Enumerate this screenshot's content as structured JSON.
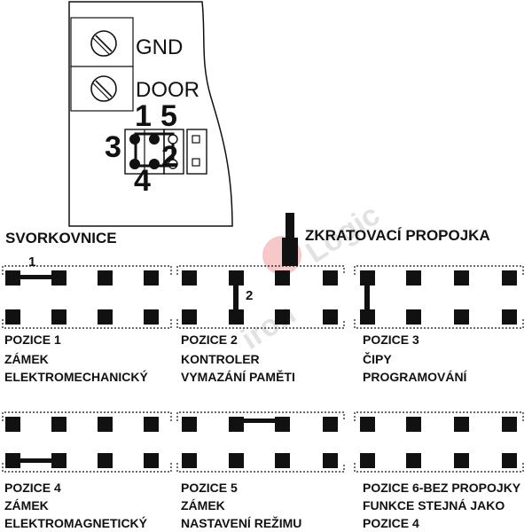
{
  "board": {
    "terminals": [
      "GND",
      "DOOR"
    ],
    "pin_numbers": {
      "p1": "1",
      "p2": "2",
      "p3": "3",
      "p4": "4",
      "p5": "5"
    }
  },
  "headings": {
    "terminal_block": "SVORKOVNICE",
    "jumper": "ZKRATOVACÍ PROPOJKA"
  },
  "watermark": "iron Logic",
  "positions": [
    {
      "title": "POZICE 1",
      "line2": "ZÁMEK",
      "line3": "ELEKTROMECHANICKÝ",
      "marker": "1"
    },
    {
      "title": "POZICE 2",
      "line2": "KONTROLER",
      "line3": "VYMAZÁNÍ PAMĚTI",
      "marker": "2"
    },
    {
      "title": "POZICE 3",
      "line2": "ČIPY",
      "line3": "PROGRAMOVÁNÍ"
    },
    {
      "title": "POZICE 4",
      "line2": "ZÁMEK",
      "line3": "ELEKTROMAGNETICKÝ"
    },
    {
      "title": "POZICE 5",
      "line2": "ZÁMEK",
      "line3": "NASTAVENÍ REŽIMU"
    },
    {
      "title": "POZICE 6-BEZ PROPOJKY",
      "line2": "FUNKCE STEJNÁ JAKO",
      "line3": "POZICE 4"
    }
  ],
  "colors": {
    "ink": "#111111",
    "watermark_red": "#e03c3c"
  }
}
